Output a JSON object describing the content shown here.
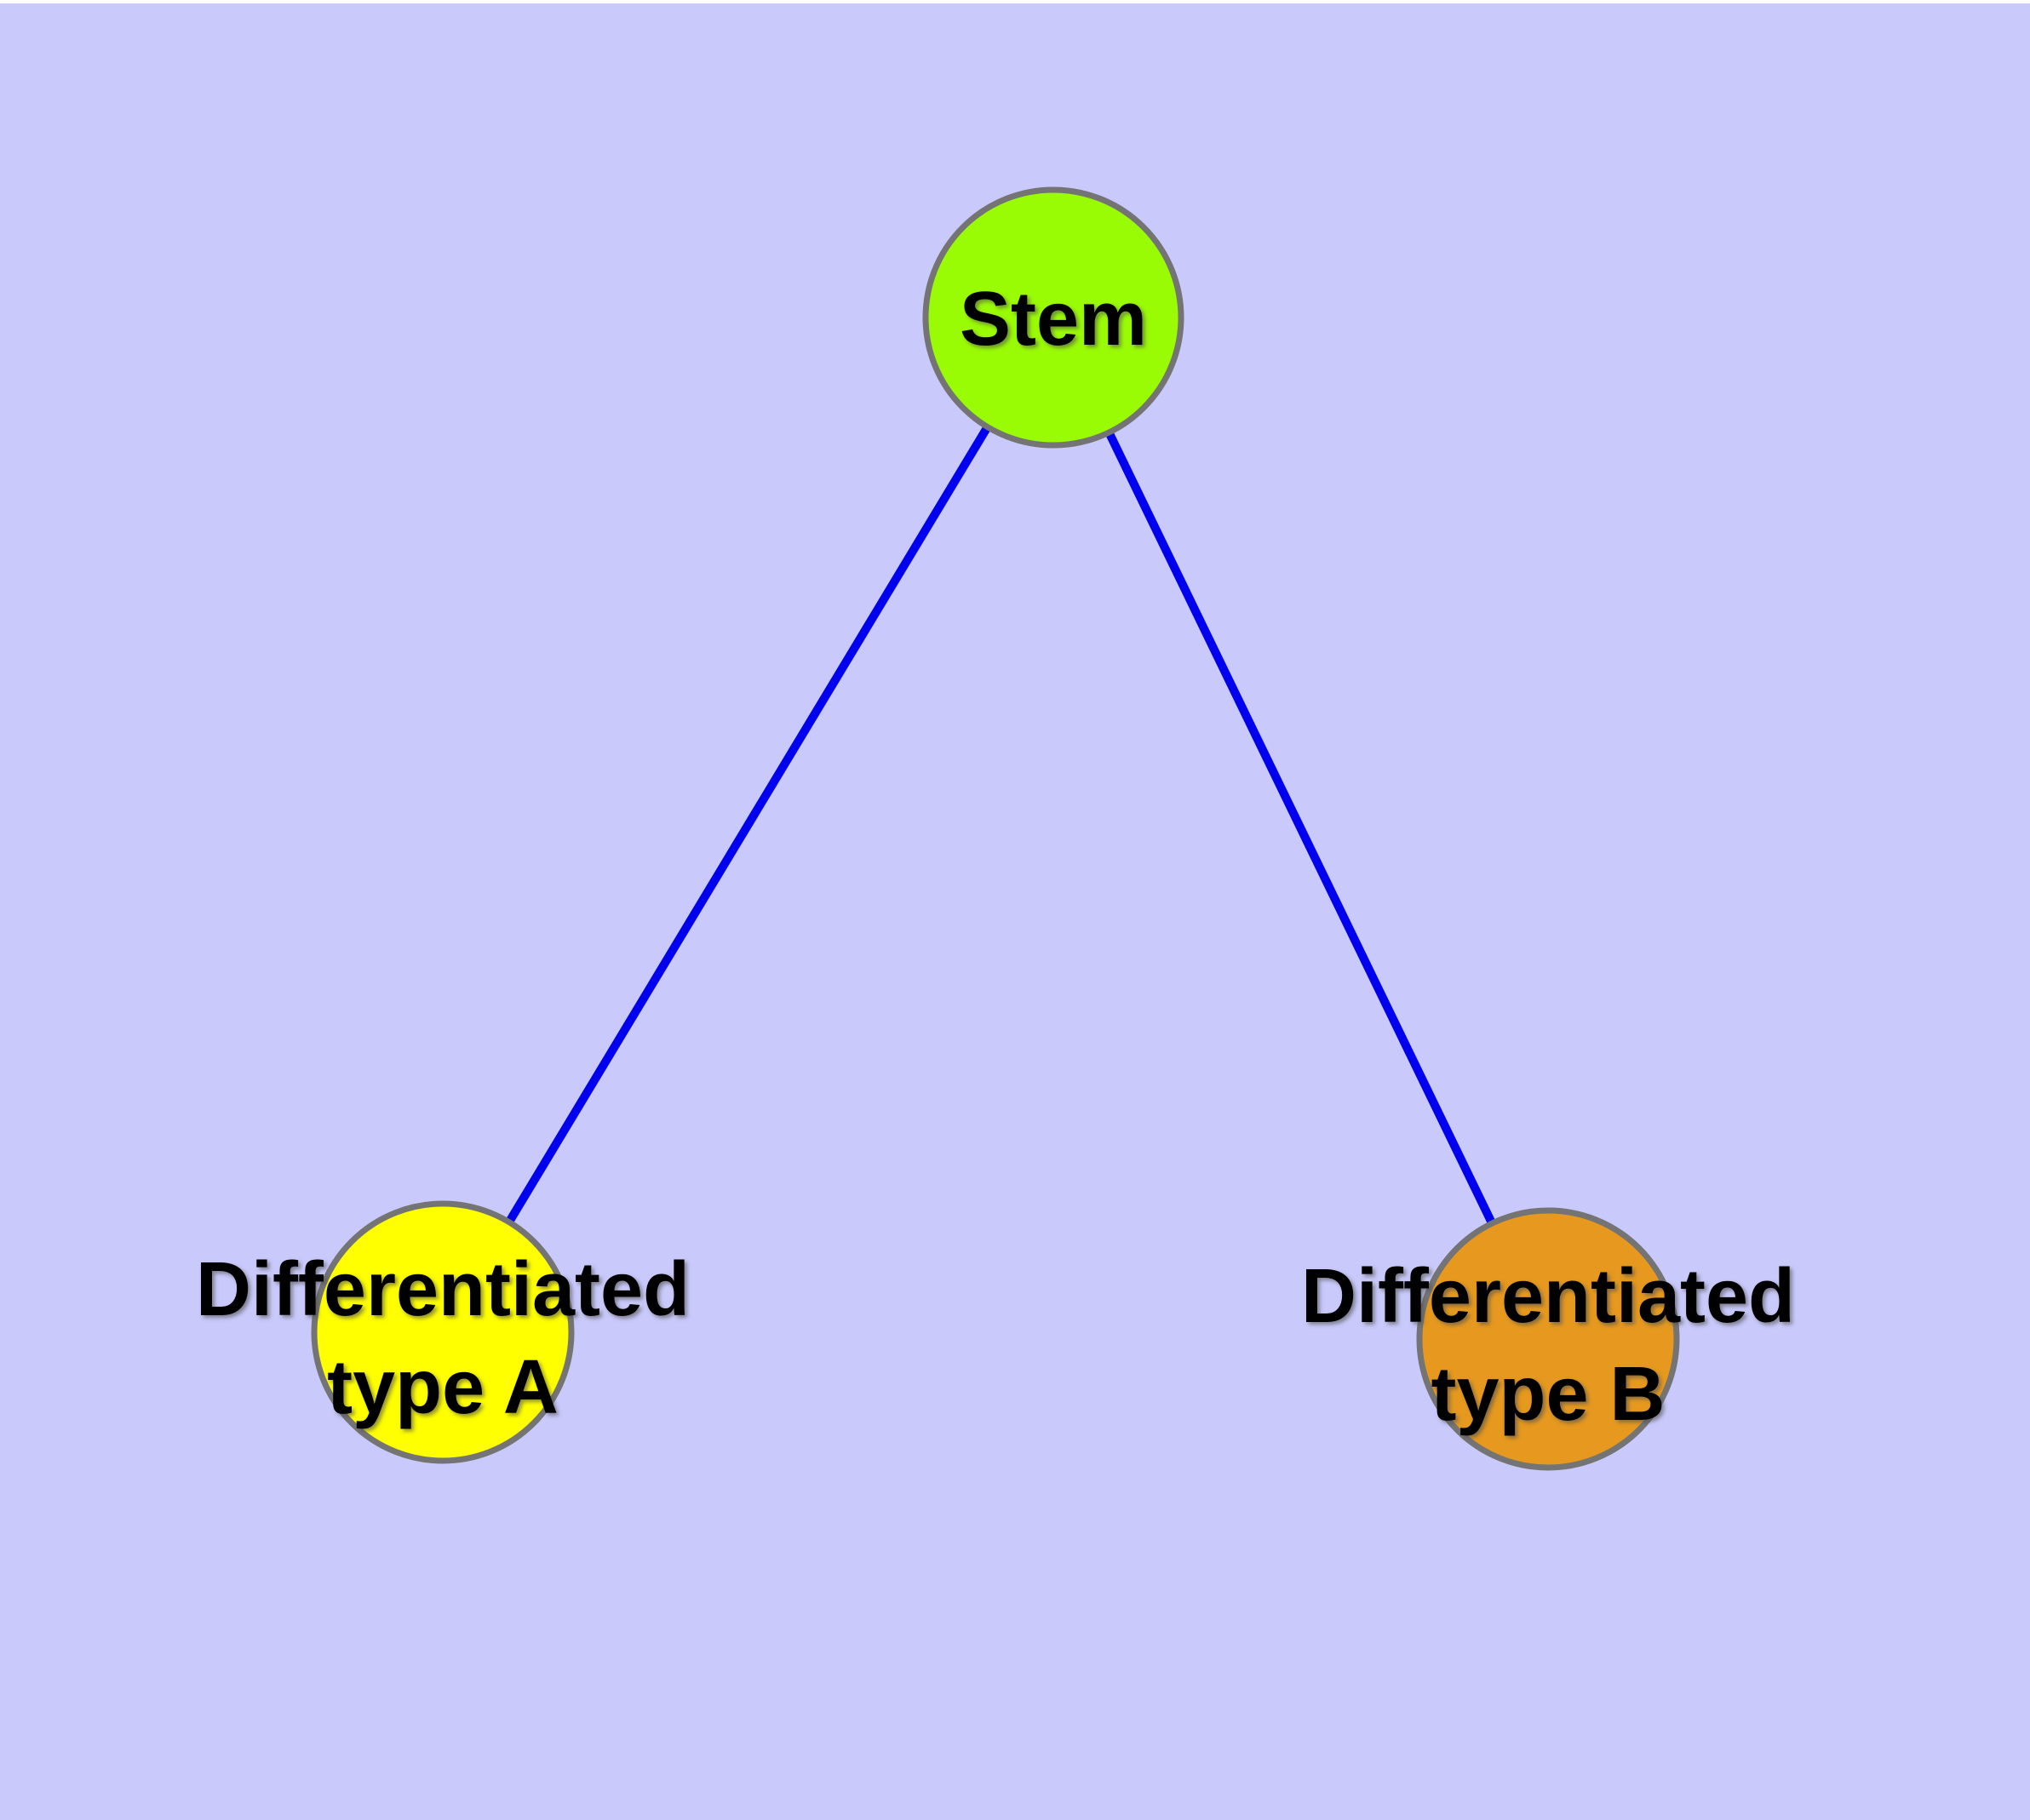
{
  "diagram": {
    "title": "Stem cell differentiation graph",
    "type": "node-link-graph",
    "background_color": "#C9C9FB",
    "top_margin_color": "#FFFFFF",
    "edge_color": "#0000EE",
    "node_border_color": "#747474",
    "nodes": [
      {
        "id": "stem",
        "label": "Stem",
        "color": "#9AFC04",
        "shape": "circle"
      },
      {
        "id": "differentiated-type-a",
        "label": "Differentiated type A",
        "label_line1": "Differentiated",
        "label_line2": "type A",
        "color": "#FFFF00",
        "shape": "circle"
      },
      {
        "id": "differentiated-type-b",
        "label": "Differentiated type B",
        "label_line1": "Differentiated",
        "label_line2": "type B",
        "color": "#E6991E",
        "shape": "circle"
      }
    ],
    "edges": [
      {
        "from": "stem",
        "to": "differentiated-type-a"
      },
      {
        "from": "stem",
        "to": "differentiated-type-b"
      }
    ]
  }
}
